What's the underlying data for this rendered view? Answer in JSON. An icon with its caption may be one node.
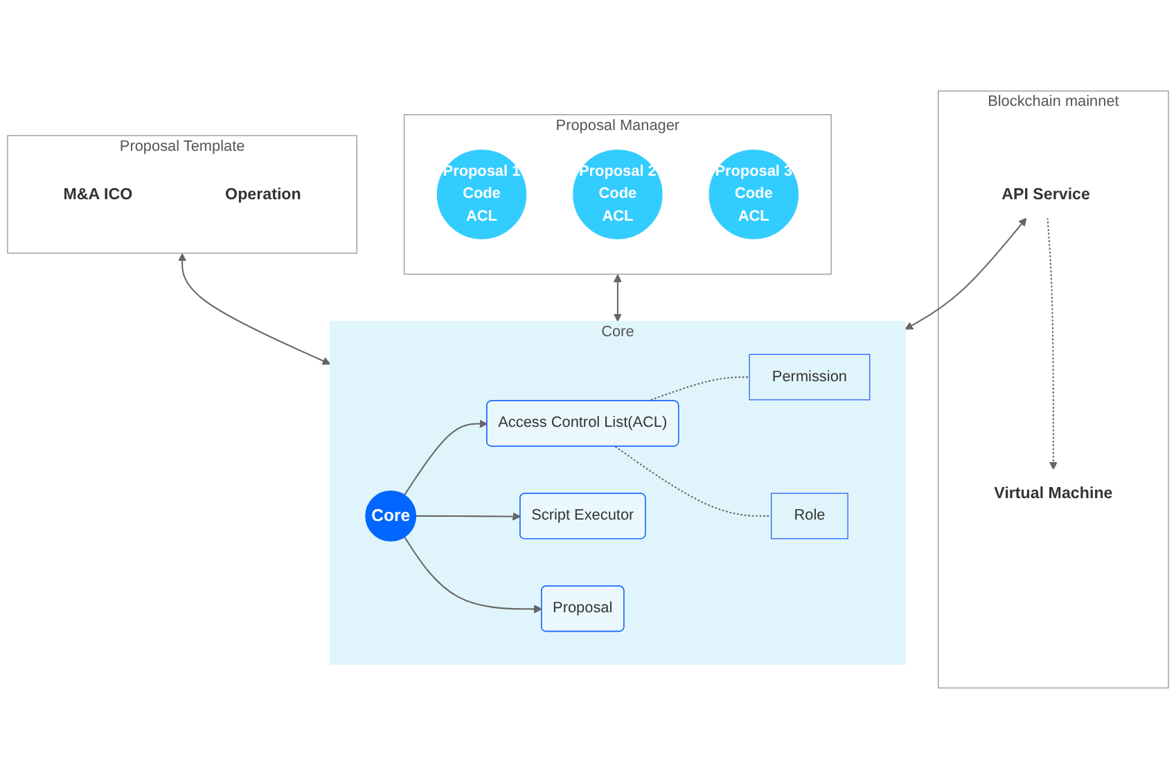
{
  "diagram": {
    "nodes": [
      {
        "text": [
          "Blockchain mainnet"
        ]
      },
      {
        "text": [
          "Virtual Machine"
        ],
        "in": 0
      },
      {
        "text": [
          "API Service"
        ],
        "in": 0
      },
      {
        "text": [
          "Proposal Template"
        ]
      },
      {
        "text": [
          "M&A ICO"
        ],
        "in": 3
      },
      {
        "text": [
          "Operation"
        ],
        "in": 3
      },
      {
        "text": [
          "Proposal Manager"
        ]
      },
      {
        "text": [
          "Proposal 1",
          "Code",
          "ACL"
        ],
        "in": 6
      },
      {
        "text": [
          "Proposal 2",
          "Code",
          "ACL"
        ],
        "in": 6
      },
      {
        "text": [
          "Proposal 3",
          "Code",
          "ACL"
        ],
        "in": 6
      },
      {
        "text": [
          "Core"
        ]
      },
      {
        "text": [
          "Core"
        ],
        "in": 10
      },
      {
        "text": [
          "Access Control List(ACL)"
        ],
        "in": 10
      },
      {
        "text": [
          "Script Executor"
        ],
        "in": 10
      },
      {
        "text": [
          "Proposal"
        ],
        "in": 10
      },
      {
        "text": [
          "Permission"
        ],
        "in": 10
      },
      {
        "text": [
          "Role"
        ],
        "in": 10
      }
    ],
    "edges": [
      {
        "from": 2,
        "to": 1,
        "arrow": "to",
        "style": "dashed"
      },
      {
        "from": 2,
        "to": 10,
        "arrow": "both"
      },
      {
        "from": 3,
        "to": 10,
        "arrow": "both"
      },
      {
        "from": 6,
        "to": 10,
        "arrow": "both"
      },
      {
        "from": 11,
        "to": 12,
        "arrow": "to"
      },
      {
        "from": 11,
        "to": 13,
        "arrow": "to"
      },
      {
        "from": 11,
        "to": 14,
        "arrow": "to"
      },
      {
        "from": 12,
        "to": 15,
        "arrow": "none",
        "style": "dashed"
      },
      {
        "from": 12,
        "to": 16,
        "arrow": "none",
        "style": "dashed"
      }
    ]
  }
}
